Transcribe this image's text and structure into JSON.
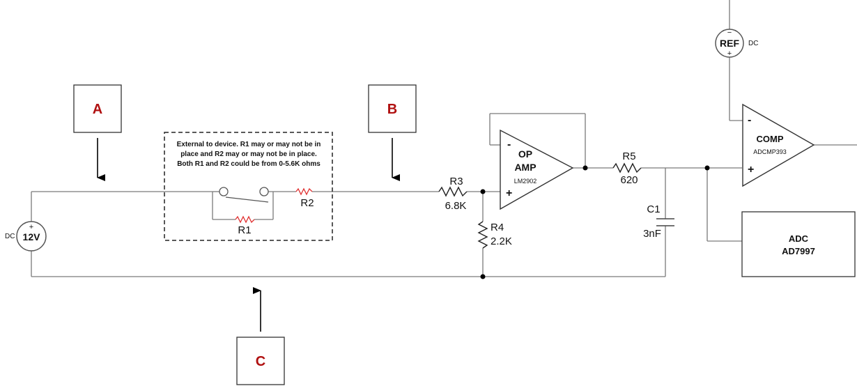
{
  "probes": {
    "a": "A",
    "b": "B",
    "c": "C"
  },
  "source": {
    "value": "12V",
    "type": "DC",
    "plus": "+"
  },
  "note": {
    "line1": "External to device.  R1 may or may not be in",
    "line2": "place and R2 may or may not be in place.",
    "line3": "Both R1 and R2 could be from 0-5.6K ohms"
  },
  "resistors": {
    "r1": "R1",
    "r2": "R2",
    "r3": {
      "name": "R3",
      "value": "6.8K"
    },
    "r4": {
      "name": "R4",
      "value": "2.2K"
    },
    "r5": {
      "name": "R5",
      "value": "620"
    }
  },
  "capacitor": {
    "name": "C1",
    "value": "3nF"
  },
  "opamp": {
    "line1": "OP",
    "line2": "AMP",
    "part": "LM2902",
    "minus": "-",
    "plus": "+"
  },
  "comparator": {
    "name": "COMP",
    "part": "ADCMP393",
    "minus": "-",
    "plus": "+"
  },
  "reference": {
    "name": "REF",
    "type": "DC",
    "minus": "−",
    "plus": "+"
  },
  "adc": {
    "name": "ADC",
    "part": "AD7997"
  },
  "colors": {
    "accent_red": "#b01010",
    "wire": "#7a7a7a",
    "resistor_red": "#e03030"
  }
}
